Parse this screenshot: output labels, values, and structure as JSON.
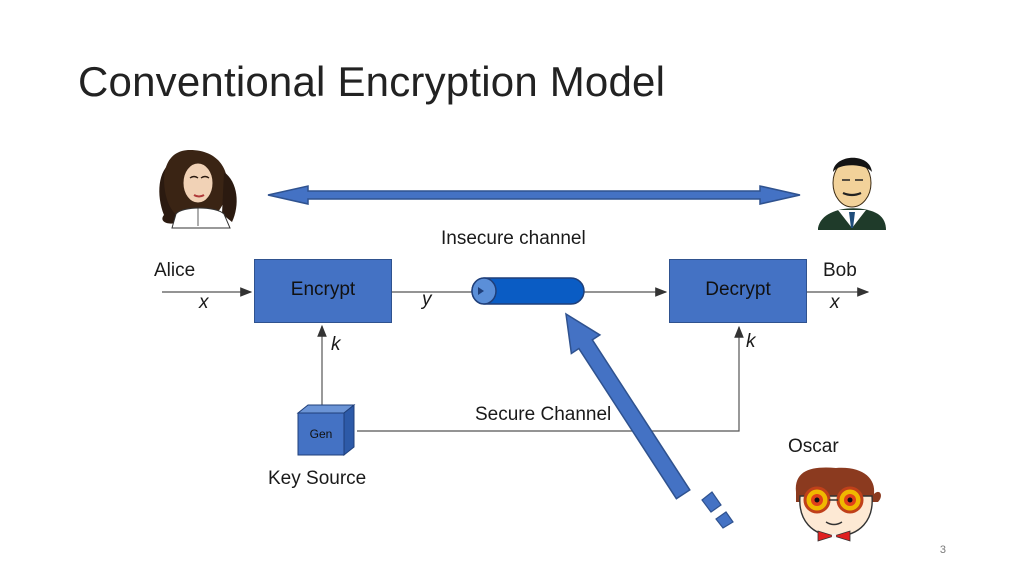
{
  "slide": {
    "title": "Conventional Encryption Model",
    "page_number": "3"
  },
  "labels": {
    "alice": "Alice",
    "bob": "Bob",
    "oscar": "Oscar",
    "insecure_channel": "Insecure channel",
    "secure_channel": "Secure Channel",
    "key_source": "Key Source"
  },
  "boxes": {
    "encrypt": "Encrypt",
    "decrypt": "Decrypt",
    "gen": "Gen"
  },
  "variables": {
    "plaintext_in": "x",
    "ciphertext": "y",
    "plaintext_out": "x",
    "key_encrypt": "k",
    "key_decrypt": "k"
  },
  "colors": {
    "accent_blue": "#4472c4",
    "channel_blue": "#0a5cc4",
    "line": "#555555"
  },
  "icons": [
    "alice-portrait-icon",
    "bob-portrait-icon",
    "oscar-eavesdropper-icon",
    "gen-cube-icon"
  ]
}
